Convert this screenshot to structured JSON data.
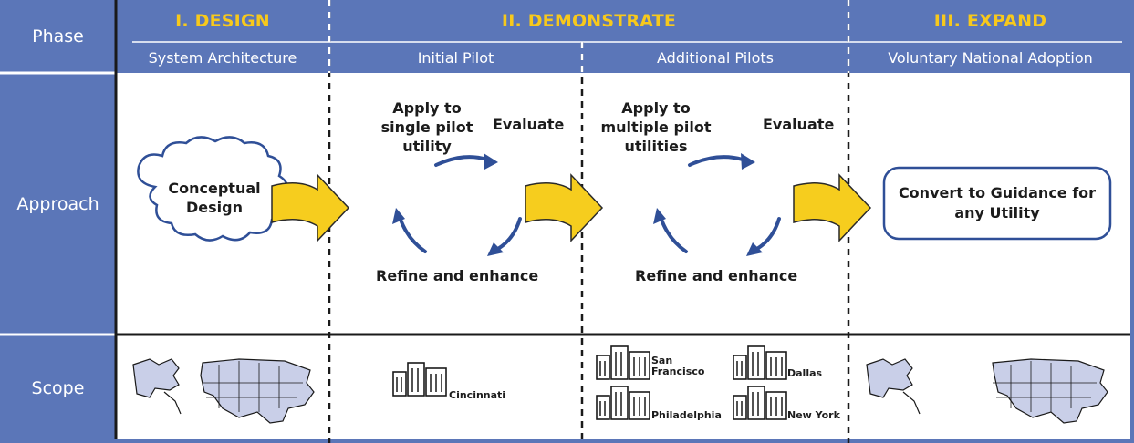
{
  "colors": {
    "header_blue": "#5b76b8",
    "title_gold": "#f7c91c",
    "arrow_blue": "#2f4f97",
    "yellow_arrow": "#f6cd1e",
    "map_fill": "#c9cfe8"
  },
  "row_labels": {
    "phase": "Phase",
    "approach": "Approach",
    "scope": "Scope"
  },
  "phases": [
    {
      "title": "I. DESIGN",
      "subtitles": [
        "System Architecture"
      ]
    },
    {
      "title": "II. DEMONSTRATE",
      "subtitles": [
        "Initial Pilot",
        "Additional Pilots"
      ]
    },
    {
      "title": "III. EXPAND",
      "subtitles": [
        "Voluntary National Adoption"
      ]
    }
  ],
  "approach": {
    "design": {
      "cloud_text": "Conceptual\nDesign"
    },
    "initial_pilot": {
      "apply": "Apply to\nsingle pilot\nutility",
      "evaluate": "Evaluate",
      "refine": "Refine and enhance"
    },
    "additional_pilots": {
      "apply": "Apply to\nmultiple pilot\nutilities",
      "evaluate": "Evaluate",
      "refine": "Refine and enhance"
    },
    "expand": {
      "box_text": "Convert to Guidance for\nany Utility"
    }
  },
  "scope": {
    "design": {
      "icon": "us-map-icon"
    },
    "initial_pilot": {
      "cities": [
        "Cincinnati"
      ]
    },
    "additional_pilots": {
      "cities": [
        "San\nFrancisco",
        "Dallas",
        "Philadelphia",
        "New York"
      ]
    },
    "expand": {
      "icon": "us-map-icon"
    }
  }
}
